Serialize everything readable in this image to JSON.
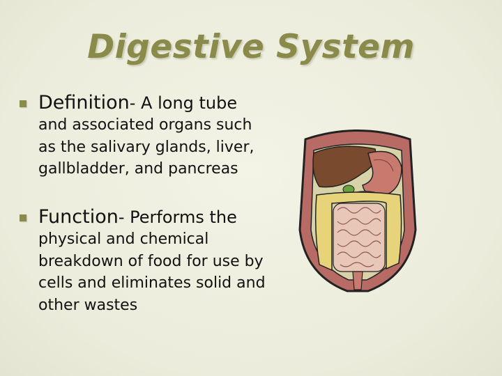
{
  "slide": {
    "title": "Digestive System",
    "bullets": [
      {
        "term": "Definition",
        "lead": "- A long tube",
        "body": "and associated organs such as the salivary glands, liver, gallbladder, and pancreas"
      },
      {
        "term": "Function",
        "lead": "- Performs the",
        "body": "physical and chemical breakdown of food for use by cells and eliminates solid and other wastes"
      }
    ],
    "image": {
      "icon": "digestive-system-illustration"
    }
  },
  "colors": {
    "background": "#eeeedf",
    "title": "#8a8a4a",
    "bullet_marker": "#8a8a4a",
    "text": "#111111"
  }
}
